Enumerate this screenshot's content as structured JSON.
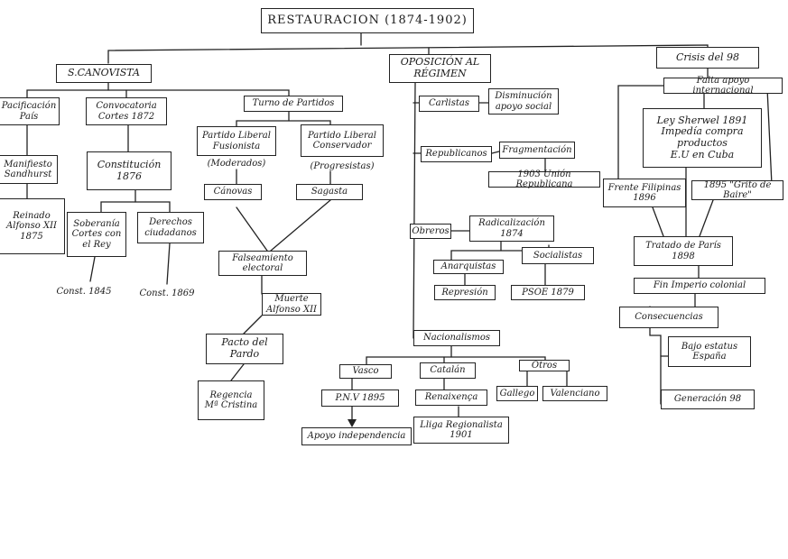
{
  "title": "RESTAURACION (1874-1902)",
  "branches": {
    "canovista": {
      "label": "S.CANOVISTA",
      "pacificacion": "Pacificación\nPaís",
      "manifiesto": "Manifiesto\nSandhurst",
      "reinado": "Reinado\nAlfonso XII\n1875",
      "convocatoria": "Convocatoria\nCortes 1872",
      "constitucion": "Constitución\n1876",
      "soberania": "Soberanía\nCortes con\nel Rey",
      "derechos": "Derechos\nciudadanos",
      "const1845": "Const. 1845",
      "const1869": "Const. 1869",
      "turno": "Turno de Partidos",
      "liberal_fusionista": "Partido Liberal\nFusionista",
      "moderados": "(Moderados)",
      "liberal_conservador": "Partido Liberal\nConservador",
      "progresistas": "(Progresistas)",
      "canovas": "Cánovas",
      "sagasta": "Sagasta",
      "falseamiento": "Falseamiento\nelectoral",
      "muerte": "Muerte\nAlfonso XII",
      "pacto": "Pacto del\nPardo",
      "regencia": "Regencia\nMª Cristina"
    },
    "oposicion": {
      "label": "OPOSICIÓN AL\nRÉGIMEN",
      "carlistas": "Carlistas",
      "disminucion": "Disminución\napoyo social",
      "republicanos": "Republicanos",
      "fragmentacion": "Fragmentación",
      "union_republicana": "1903 Unión Republicana",
      "obreros": "Obreros",
      "radicalizacion": "Radicalización\n1874",
      "anarquistas": "Anarquistas",
      "socialistas": "Socialistas",
      "represion": "Represión",
      "psoe": "PSOE 1879",
      "nacionalismos": "Nacionalismos",
      "vasco": "Vasco",
      "catalan": "Catalán",
      "otros": "Otros",
      "pnv": "P.N.V 1895",
      "renaixenca": "Renaixença",
      "gallego": "Gallego",
      "valenciano": "Valenciano",
      "apoyo_independencia": "Apoyo independencia",
      "lliga": "Lliga Regionalista\n1901"
    },
    "crisis": {
      "label": "Crisis del 98",
      "falta_apoyo": "Falta apoyo internacional",
      "ley": "Ley Sherwel 1891\nImpedía compra productos\nE.U en Cuba",
      "frente": "Frente Filipinas\n1896",
      "grito": "1895 \"Grito de Baire\"",
      "tratado": "Tratado de París\n1898",
      "fin_imperio": "Fin Imperio colonial",
      "consecuencias": "Consecuencias",
      "bajo_estatus": "Bajo estatus\nEspaña",
      "generacion": "Generación 98"
    }
  }
}
